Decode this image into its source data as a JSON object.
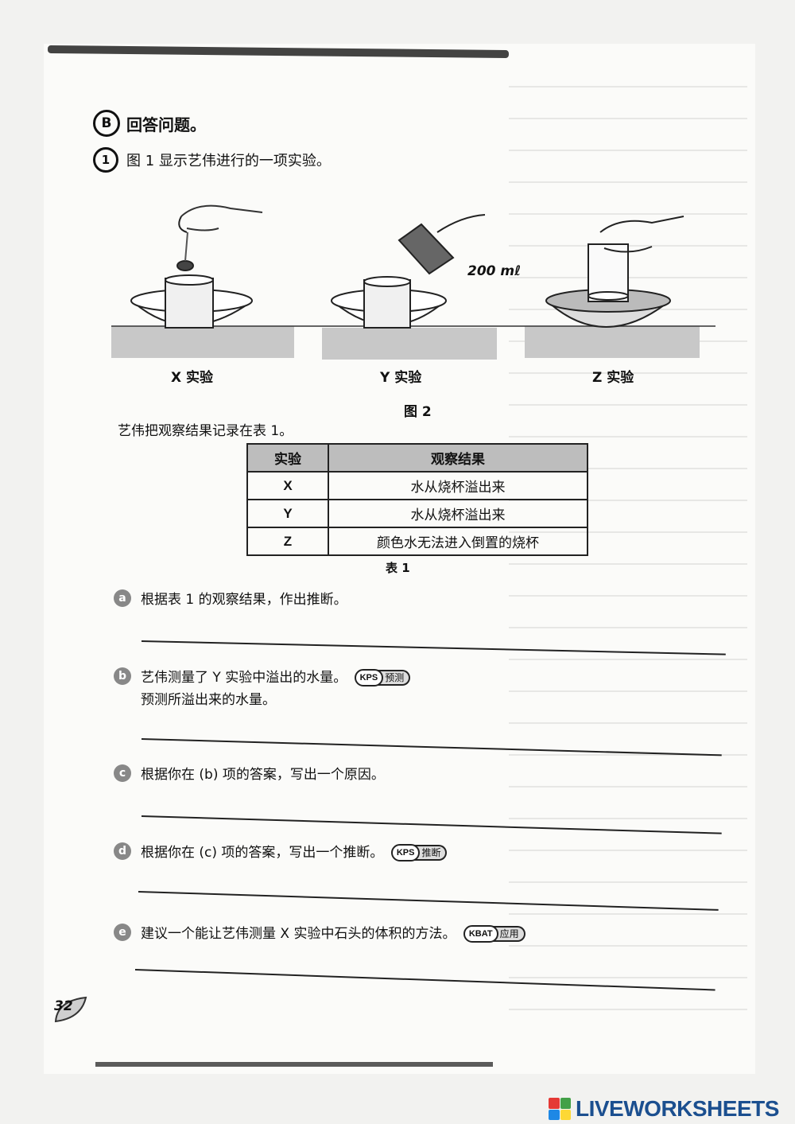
{
  "section": {
    "marker": "B",
    "title": "回答问题。"
  },
  "question1": {
    "number": "1",
    "text": "图 1 显示艺伟进行的一项实验。"
  },
  "figure": {
    "experiments": [
      {
        "label": "X 实验"
      },
      {
        "label": "Y 实验"
      },
      {
        "label": "Z 实验"
      }
    ],
    "water_amount": "200 mℓ",
    "caption": "图 2"
  },
  "intro_text": "艺伟把观察结果记录在表 1。",
  "table": {
    "headers": [
      "实验",
      "观察结果"
    ],
    "rows": [
      [
        "X",
        "水从烧杯溢出来"
      ],
      [
        "Y",
        "水从烧杯溢出来"
      ],
      [
        "Z",
        "颜色水无法进入倒置的烧杯"
      ]
    ],
    "caption": "表 1"
  },
  "parts": [
    {
      "letter": "a",
      "text": "根据表 1 的观察结果，作出推断。"
    },
    {
      "letter": "b",
      "text": "艺伟测量了 Y 实验中溢出的水量。",
      "badge_code": "KPS",
      "badge_tag": "预测",
      "text2": "预测所溢出来的水量。"
    },
    {
      "letter": "c",
      "text": "根据你在 (b) 项的答案，写出一个原因。"
    },
    {
      "letter": "d",
      "text": "根据你在 (c) 项的答案，写出一个推断。",
      "badge_code": "KPS",
      "badge_tag": "推断"
    },
    {
      "letter": "e",
      "text": "建议一个能让艺伟测量 X 实验中石头的体积的方法。",
      "badge_code": "KBAT",
      "badge_tag": "应用"
    }
  ],
  "page_number": "32",
  "branding": {
    "name": "LIVEWORKSHEETS",
    "color": "#1b4f8f",
    "logo_colors": [
      "#e53935",
      "#43a047",
      "#1e88e5",
      "#fdd835"
    ]
  }
}
